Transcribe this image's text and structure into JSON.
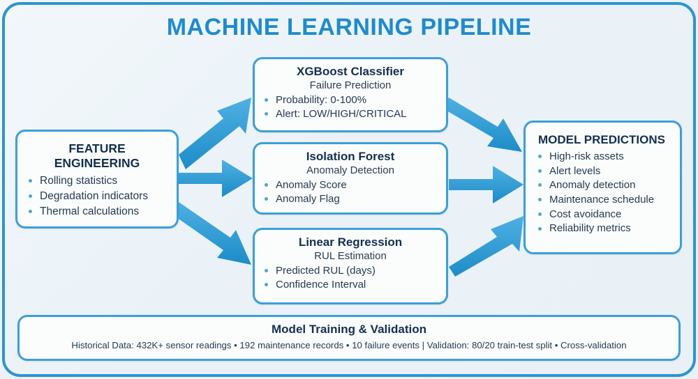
{
  "page": {
    "title": "MACHINE LEARNING PIPELINE",
    "accent_color": "#1f8bcc",
    "border_color": "#3c9fd8",
    "arrow_color": "#2d9bd6",
    "text_color": "#233b52",
    "background": "#eaf2f8"
  },
  "stages": {
    "feature_engineering": {
      "title": "FEATURE ENGINEERING",
      "bullets": [
        "Rolling statistics",
        "Degradation indicators",
        "Thermal calculations"
      ]
    },
    "models": [
      {
        "title": "XGBoost Classifier",
        "subtitle": "Failure Prediction",
        "bullets": [
          "Probability: 0-100%",
          "Alert: LOW/HIGH/CRITICAL"
        ]
      },
      {
        "title": "Isolation Forest",
        "subtitle": "Anomaly Detection",
        "bullets": [
          "Anomaly Score",
          "Anomaly Flag"
        ]
      },
      {
        "title": "Linear Regression",
        "subtitle": "RUL Estimation",
        "bullets": [
          "Predicted RUL (days)",
          "Confidence Interval"
        ]
      }
    ],
    "predictions": {
      "title": "MODEL PREDICTIONS",
      "bullets": [
        "High-risk assets",
        "Alert levels",
        "Anomaly detection",
        "Maintenance schedule",
        "Cost avoidance",
        "Reliability metrics"
      ]
    }
  },
  "footer": {
    "title": "Model Training & Validation",
    "details": "Historical Data: 432K+ sensor readings • 192 maintenance records • 10 failure events | Validation: 80/20 train-test split • Cross-validation"
  }
}
